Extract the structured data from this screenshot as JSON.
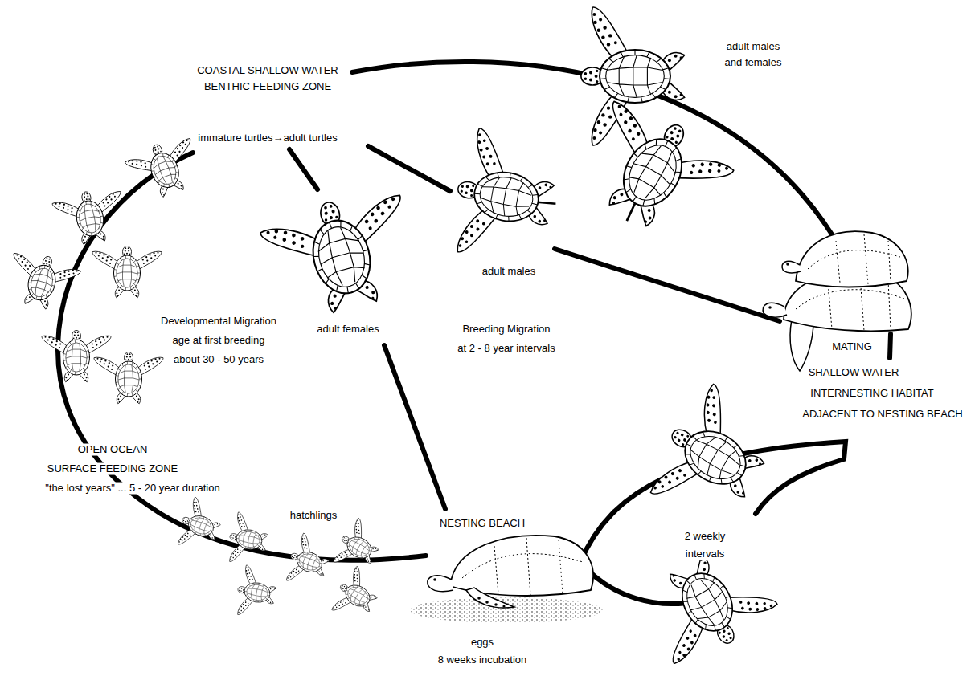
{
  "diagram": {
    "labels": [
      "COASTAL SHALLOW WATER",
      "BENTHIC FEEDING ZONE",
      "immature turtles→adult turtles",
      "adult males",
      "and females",
      "adult males",
      "Developmental Migration",
      "age at first breeding",
      "about 30 - 50 years",
      "adult females",
      "Breeding Migration",
      "at 2 - 8 year intervals",
      "MATING",
      "SHALLOW WATER",
      "INTERNESTING HABITAT",
      "ADJACENT TO NESTING BEACH",
      "OPEN OCEAN",
      "SURFACE FEEDING ZONE",
      "\"the lost years\" ... 5 - 20 year duration",
      "hatchlings",
      "NESTING BEACH",
      "2 weekly",
      "intervals",
      "eggs",
      "8 weeks incubation"
    ]
  }
}
